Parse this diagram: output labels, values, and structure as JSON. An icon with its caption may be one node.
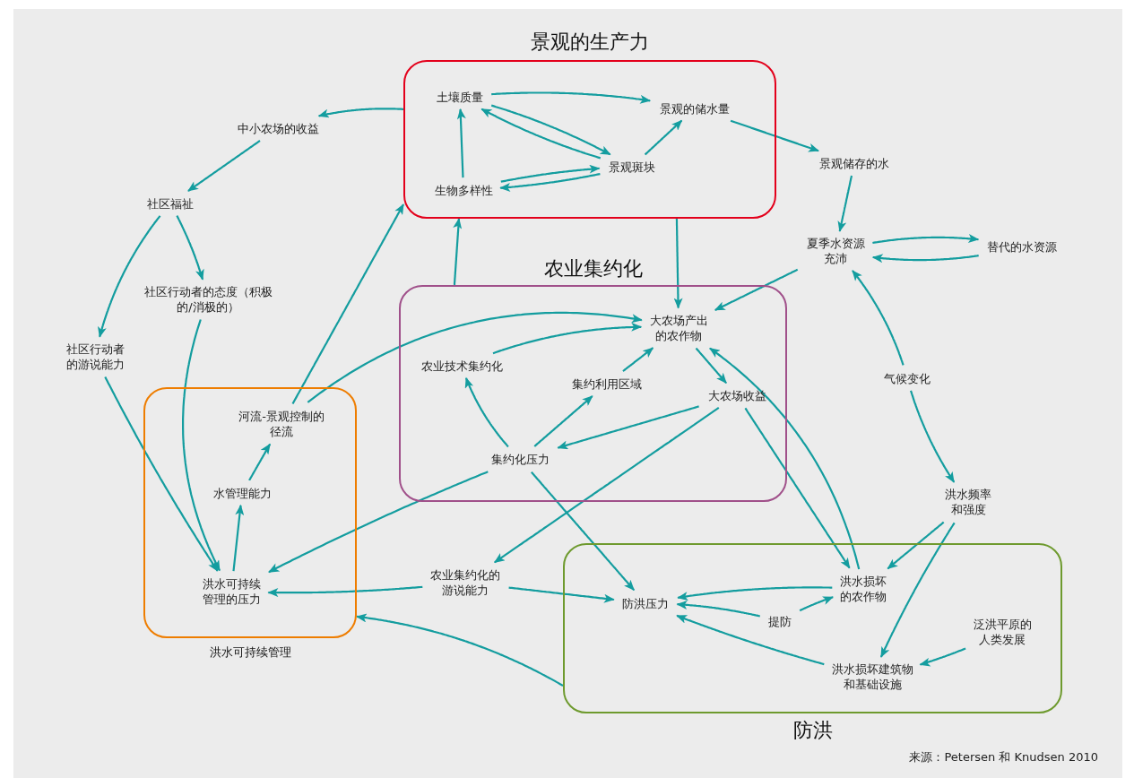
{
  "diagram": {
    "nodes": [
      {
        "text": [
          "景观的生产力"
        ]
      },
      {
        "text": [
          "土壤质量"
        ],
        "in": 0
      },
      {
        "text": [
          "景观的储水量"
        ],
        "in": 0
      },
      {
        "text": [
          "景观斑块"
        ],
        "in": 0
      },
      {
        "text": [
          "生物多样性"
        ],
        "in": 0
      },
      {
        "text": [
          "中小农场的收益"
        ]
      },
      {
        "text": [
          "社区福祉"
        ]
      },
      {
        "text": [
          "社区行动者的态度（积极的/消极的）"
        ]
      },
      {
        "text": [
          "社区行动者的游说能力"
        ]
      },
      {
        "text": [
          "景观储存的水"
        ]
      },
      {
        "text": [
          "夏季水资源充沛"
        ]
      },
      {
        "text": [
          "替代的水资源"
        ]
      },
      {
        "text": [
          "农业集约化"
        ]
      },
      {
        "text": [
          "大农场产出的农作物"
        ],
        "in": 12
      },
      {
        "text": [
          "农业技术集约化"
        ],
        "in": 12
      },
      {
        "text": [
          "集约利用区域"
        ],
        "in": 12
      },
      {
        "text": [
          "大农场收益"
        ],
        "in": 12
      },
      {
        "text": [
          "集约化压力"
        ],
        "in": 12
      },
      {
        "text": [
          "气候变化"
        ]
      },
      {
        "text": [
          "洪水可持续管理"
        ]
      },
      {
        "text": [
          "河流-景观控制的径流"
        ],
        "in": 19
      },
      {
        "text": [
          "水管理能力"
        ],
        "in": 19
      },
      {
        "text": [
          "洪水可持续管理的压力"
        ],
        "in": 19
      },
      {
        "text": [
          "洪水频率和强度"
        ]
      },
      {
        "text": [
          "农业集约化的游说能力"
        ]
      },
      {
        "text": [
          "防洪"
        ]
      },
      {
        "text": [
          "防洪压力"
        ],
        "in": 25
      },
      {
        "text": [
          "洪水损坏的农作物"
        ],
        "in": 25
      },
      {
        "text": [
          "提防"
        ],
        "in": 25
      },
      {
        "text": [
          "泛洪平原的人类发展"
        ],
        "in": 25
      },
      {
        "text": [
          "洪水损坏建筑物和基础设施"
        ],
        "in": 25
      }
    ],
    "edges": [
      {
        "from": 0,
        "to": 5,
        "arrow": "to"
      },
      {
        "from": 5,
        "to": 6,
        "arrow": "to"
      },
      {
        "from": 6,
        "to": 8,
        "arrow": "to"
      },
      {
        "from": 6,
        "to": 7,
        "arrow": "to"
      },
      {
        "from": 7,
        "to": 22,
        "arrow": "to"
      },
      {
        "from": 8,
        "to": 22,
        "arrow": "to"
      },
      {
        "from": 20,
        "to": 0,
        "arrow": "to"
      },
      {
        "from": 20,
        "to": 13,
        "arrow": "to"
      },
      {
        "from": 14,
        "to": 13,
        "arrow": "to"
      },
      {
        "from": 15,
        "to": 13,
        "arrow": "to"
      },
      {
        "from": 17,
        "to": 14,
        "arrow": "to"
      },
      {
        "from": 17,
        "to": 15,
        "arrow": "to"
      },
      {
        "from": 13,
        "to": 16,
        "arrow": "to"
      },
      {
        "from": 16,
        "to": 17,
        "arrow": "to"
      },
      {
        "from": 16,
        "to": 24,
        "arrow": "to"
      },
      {
        "from": 17,
        "to": 22,
        "arrow": "to"
      },
      {
        "from": 17,
        "to": 26,
        "arrow": "to"
      },
      {
        "from": 12,
        "to": 0,
        "arrow": "to"
      },
      {
        "from": 0,
        "to": 13,
        "arrow": "to"
      },
      {
        "from": 1,
        "to": 2,
        "arrow": "to"
      },
      {
        "from": 1,
        "to": 3,
        "arrow": "to"
      },
      {
        "from": 3,
        "to": 1,
        "arrow": "to"
      },
      {
        "from": 4,
        "to": 1,
        "arrow": "to"
      },
      {
        "from": 4,
        "to": 3,
        "arrow": "to"
      },
      {
        "from": 3,
        "to": 4,
        "arrow": "to"
      },
      {
        "from": 3,
        "to": 2,
        "arrow": "to"
      },
      {
        "from": 2,
        "to": 9,
        "arrow": "to"
      },
      {
        "from": 9,
        "to": 10,
        "arrow": "to"
      },
      {
        "from": 10,
        "to": 11,
        "arrow": "to"
      },
      {
        "from": 11,
        "to": 10,
        "arrow": "to"
      },
      {
        "from": 10,
        "to": 13,
        "arrow": "to"
      },
      {
        "from": 18,
        "to": 10,
        "arrow": "to"
      },
      {
        "from": 18,
        "to": 23,
        "arrow": "to"
      },
      {
        "from": 23,
        "to": 27,
        "arrow": "to"
      },
      {
        "from": 23,
        "to": 30,
        "arrow": "to"
      },
      {
        "from": 29,
        "to": 30,
        "arrow": "to"
      },
      {
        "from": 27,
        "to": 26,
        "arrow": "to"
      },
      {
        "from": 28,
        "to": 26,
        "arrow": "to"
      },
      {
        "from": 28,
        "to": 27,
        "arrow": "to"
      },
      {
        "from": 30,
        "to": 26,
        "arrow": "to"
      },
      {
        "from": 16,
        "to": 27,
        "arrow": "to"
      },
      {
        "from": 27,
        "to": 13,
        "arrow": "to"
      },
      {
        "from": 24,
        "to": 22,
        "arrow": "to"
      },
      {
        "from": 24,
        "to": 26,
        "arrow": "to"
      },
      {
        "from": 25,
        "to": 19,
        "arrow": "to"
      },
      {
        "from": 22,
        "to": 21,
        "arrow": "to"
      },
      {
        "from": 21,
        "to": 20,
        "arrow": "to"
      }
    ],
    "labels": [
      "来源：Petersen 和 Knudsen 2010"
    ]
  }
}
